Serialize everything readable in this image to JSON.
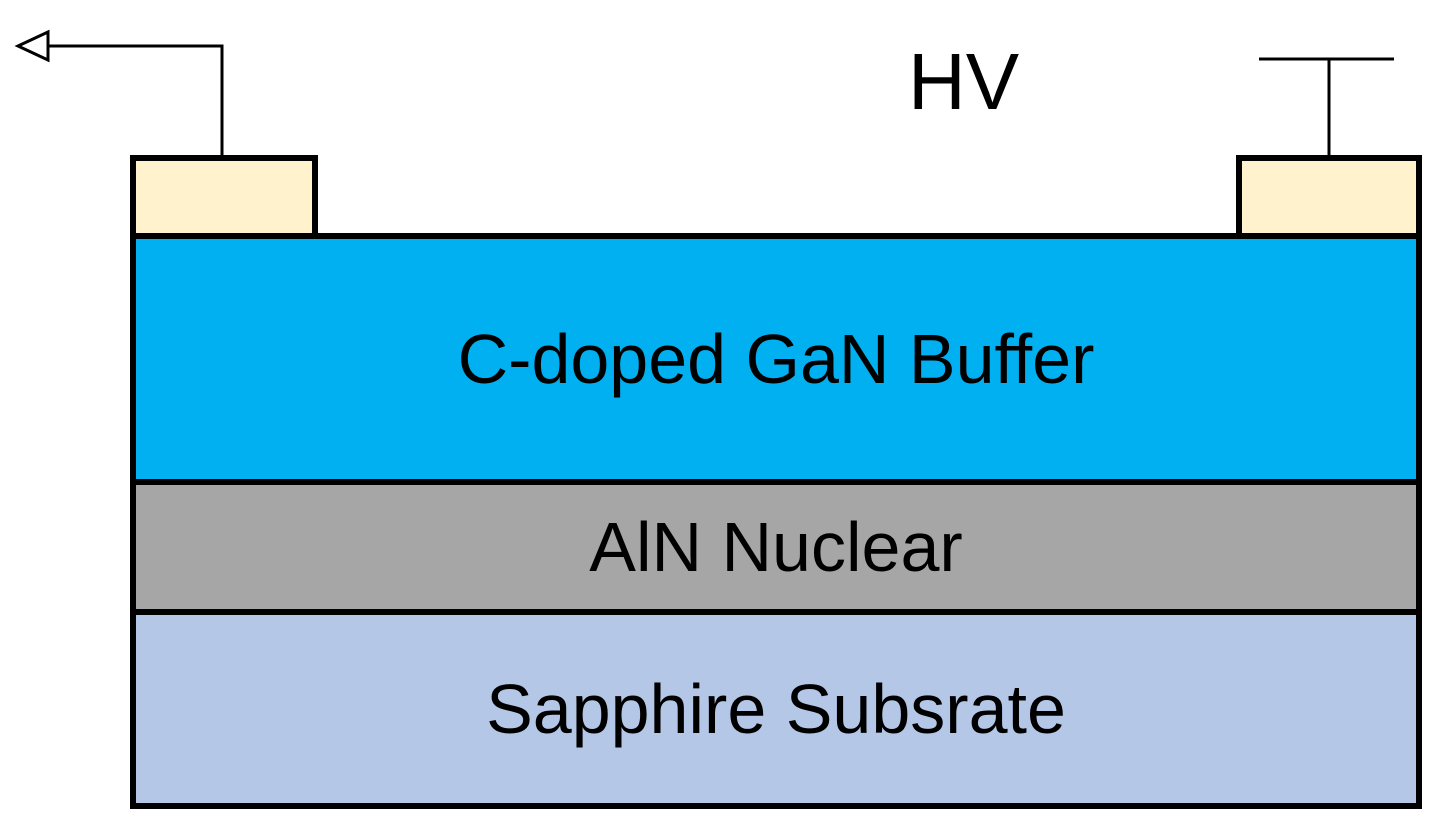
{
  "diagram": {
    "hv_label": "HV",
    "layers": {
      "buffer": {
        "label": "C-doped GaN Buffer",
        "color": "#00B0F0"
      },
      "nuclear": {
        "label": "AlN Nuclear",
        "color": "#A6A6A6"
      },
      "substrate": {
        "label": "Sapphire Subsrate",
        "color": "#B4C7E7"
      }
    },
    "contacts": {
      "color": "#FFF2CC",
      "left_terminal_icon": "ground-arrow-icon",
      "right_terminal_icon": "voltage-terminal-icon"
    },
    "outline_color": "#000000"
  }
}
